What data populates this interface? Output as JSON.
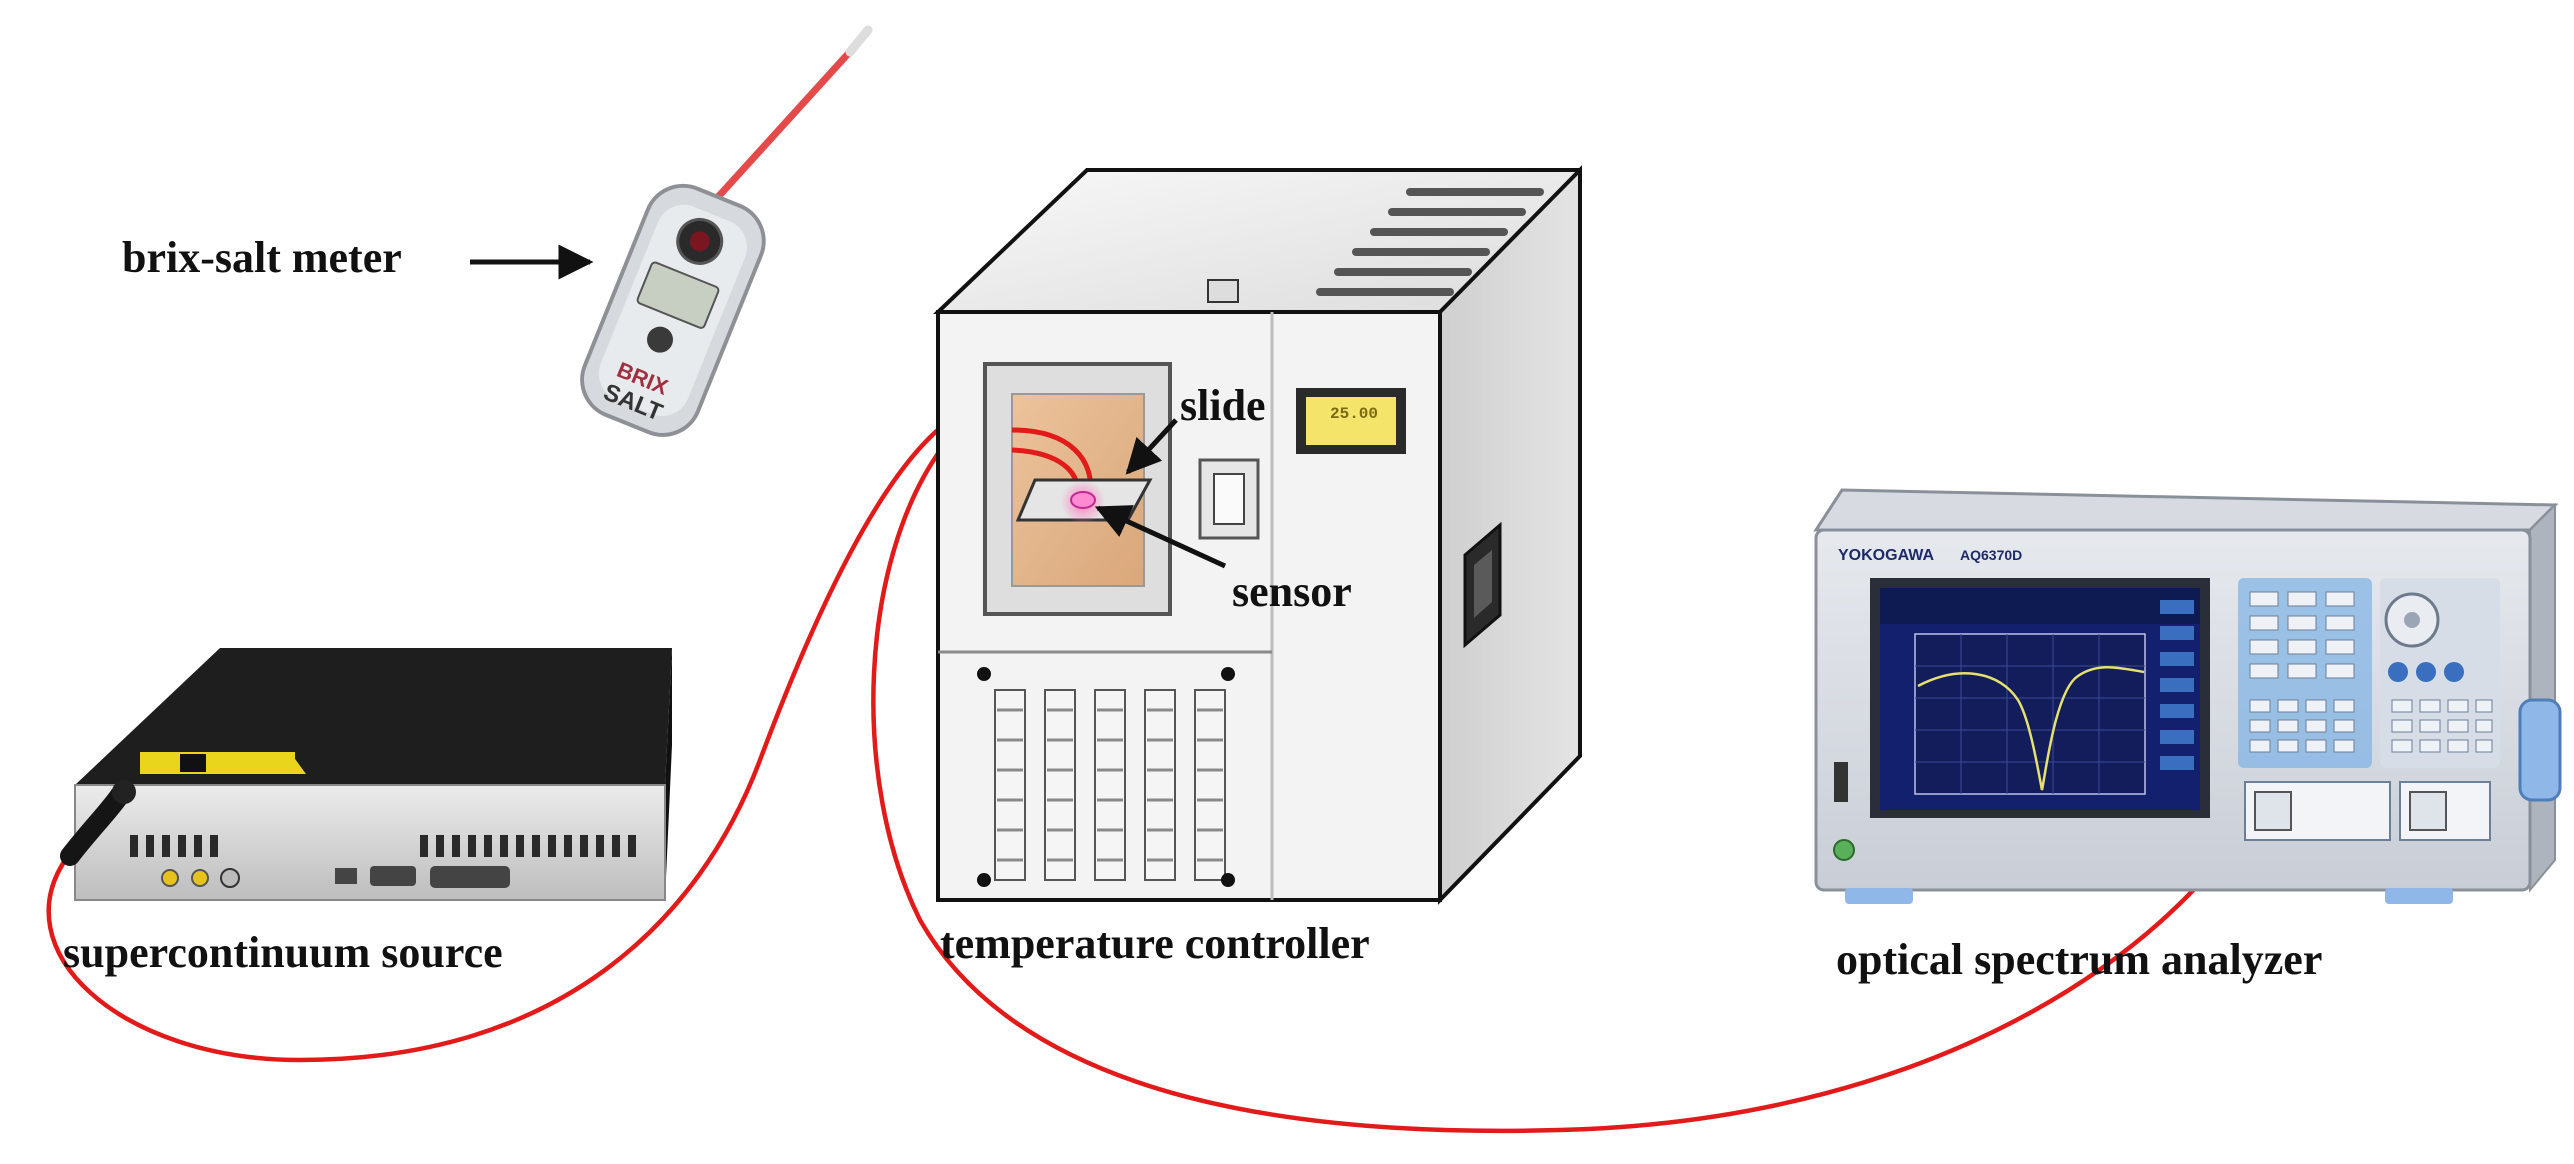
{
  "labels": {
    "brix_salt_meter": "brix-salt meter",
    "slide": "slide",
    "sensor": "sensor",
    "supercontinuum_source": "supercontinuum source",
    "temperature_controller": "temperature controller",
    "optical_spectrum_analyzer": "optical spectrum analyzer"
  },
  "device_text": {
    "controller_display": "25.00",
    "osa_brand": "YOKOGAWA",
    "osa_model": "AQ6370D",
    "meter_brand": "BRIX",
    "meter_kind": "SALT"
  },
  "colors": {
    "fiber": "#e21a1a",
    "chassis_light": "#f3f3f3",
    "chassis_top_dark": "#1e1e1e",
    "display_yellow": "#f5e46a",
    "osa_screen": "#12206e",
    "osa_trace": "#e6e16c",
    "osa_panel": "#7fb2e6"
  }
}
